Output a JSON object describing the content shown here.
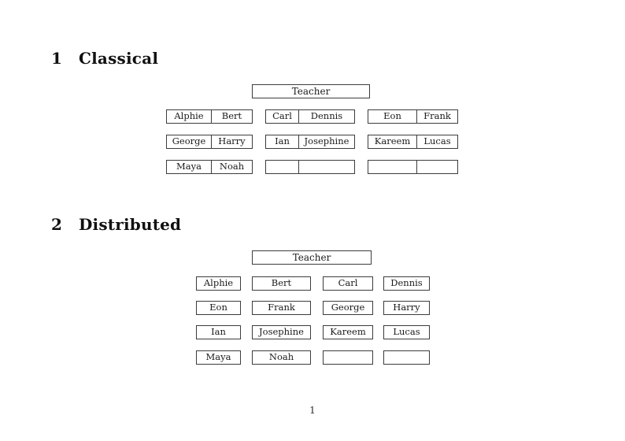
{
  "page_number": "1",
  "styles": {
    "border_color": "#3c3c3c",
    "text_color": "#1a1a1a",
    "background_color": "#ffffff"
  },
  "sections": {
    "classical": {
      "number": "1",
      "title": "Classical",
      "teacher_label": "Teacher",
      "desks": [
        [
          [
            "Alphie",
            "Bert"
          ],
          [
            "Carl",
            "Dennis"
          ],
          [
            "Eon",
            "Frank"
          ]
        ],
        [
          [
            "George",
            "Harry"
          ],
          [
            "Ian",
            "Josephine"
          ],
          [
            "Kareem",
            "Lucas"
          ]
        ],
        [
          [
            "Maya",
            "Noah"
          ],
          [
            "",
            ""
          ],
          [
            "",
            ""
          ]
        ]
      ]
    },
    "distributed": {
      "number": "2",
      "title": "Distributed",
      "teacher_label": "Teacher",
      "desks": [
        [
          "Alphie",
          "Bert",
          "Carl",
          "Dennis"
        ],
        [
          "Eon",
          "Frank",
          "George",
          "Harry"
        ],
        [
          "Ian",
          "Josephine",
          "Kareem",
          "Lucas"
        ],
        [
          "Maya",
          "Noah",
          "",
          ""
        ]
      ]
    }
  }
}
